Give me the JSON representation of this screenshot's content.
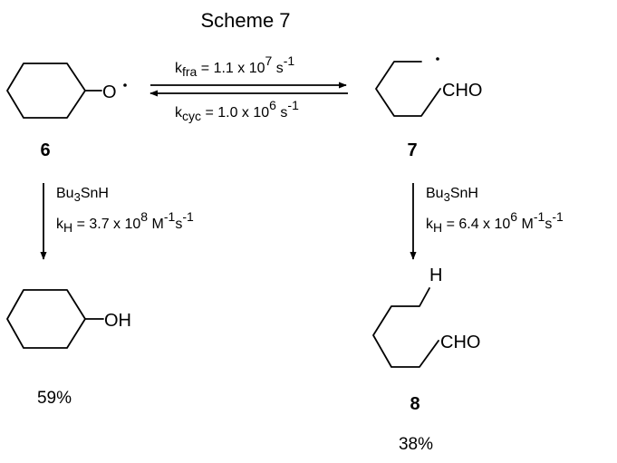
{
  "scheme": {
    "title": "Scheme 7",
    "compounds": {
      "c6": {
        "number": "6",
        "group": "O"
      },
      "c7": {
        "number": "7",
        "group": "CHO"
      },
      "c8": {
        "number": "8",
        "group": "CHO",
        "h_label": "H",
        "yield": "38%"
      },
      "alcohol": {
        "group": "OH",
        "yield": "59%"
      }
    },
    "equilibrium": {
      "forward": {
        "k": "k",
        "sub": "fra",
        "eq": " = 1.1 x 10",
        "exp": "7",
        "unit": " s",
        "unit_exp": "-1"
      },
      "reverse": {
        "k": "k",
        "sub": "cyc",
        "eq": " = 1.0 x 10",
        "exp": "6",
        "unit": " s",
        "unit_exp": "-1"
      }
    },
    "left_reaction": {
      "reagent": {
        "pre": "Bu",
        "sub": "3",
        "post": "SnH"
      },
      "rate": {
        "k": "k",
        "sub": "H",
        "eq": " = 3.7 x 10",
        "exp": "8",
        "m": " M",
        "m_exp": "-1",
        "s": "s",
        "s_exp": "-1"
      }
    },
    "right_reaction": {
      "reagent": {
        "pre": "Bu",
        "sub": "3",
        "post": "SnH"
      },
      "rate": {
        "k": "k",
        "sub": "H",
        "eq": " = 6.4 x 10",
        "exp": "6",
        "m": " M",
        "m_exp": "-1",
        "s": "s",
        "s_exp": "-1"
      }
    }
  }
}
